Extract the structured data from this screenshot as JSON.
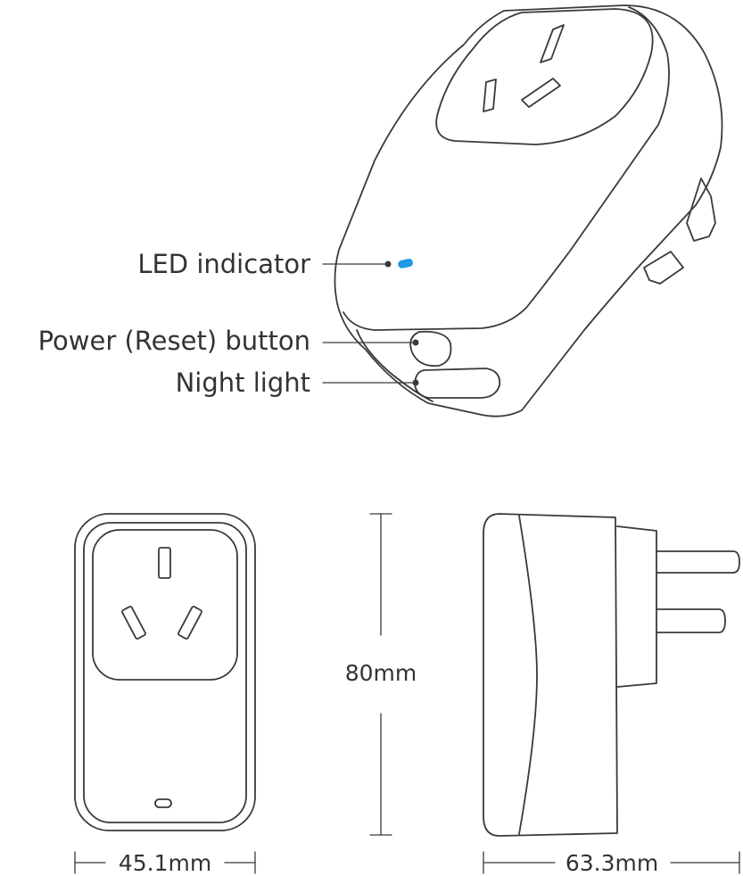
{
  "callouts": {
    "led_indicator": "LED indicator",
    "power_button": "Power (Reset) button",
    "night_light": "Night light"
  },
  "dimensions": {
    "width": "45.1mm",
    "height": "80mm",
    "depth": "63.3mm"
  },
  "colors": {
    "led": "#1e9be6",
    "outline": "#3a3a3a",
    "text": "#333333"
  },
  "icons": [
    "socket-plug-icon"
  ]
}
